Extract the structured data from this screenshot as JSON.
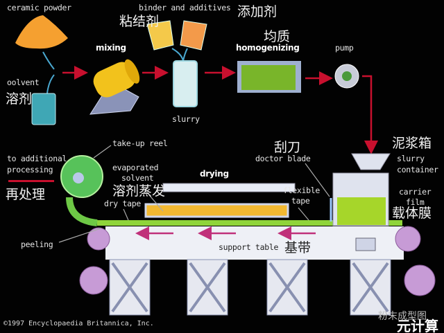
{
  "labels": {
    "ceramic_powder": "ceramic powder",
    "binder": "binder and additives",
    "binder_cn": "粘结剂",
    "additives_cn": "添加剂",
    "mixing": "mixing",
    "homogenizing": "homogenizing",
    "homogenizing_cn": "均质",
    "pump": "pump",
    "solvent": "oolvent",
    "solvent_cn": "溶剂",
    "slurry": "slurry",
    "to_additional": "to additional",
    "processing": "processing",
    "reprocess_cn": "再处理",
    "take_up_reel": "take-up reel",
    "evaporated": "evaporated",
    "solvent2": "solvent",
    "evaporation_cn": "溶剂蒸发",
    "dry_tape": "dry tape",
    "drying": "drying",
    "doctor_blade_cn": "刮刀",
    "doctor_blade": "doctor blade",
    "flexible": "flexible",
    "tape": "tape",
    "slurry_container_cn": "泥浆箱",
    "slurry_label": "slurry",
    "container": "container",
    "carrier": "carrier",
    "film": "film",
    "carrier_film_cn": "载体膜",
    "peeling": "peeling",
    "support_table": "support table",
    "support_table_cn": "基带"
  },
  "copyright": "©1997 Encyclopaedia Britannica, Inc.",
  "watermark": {
    "line1": "粉末成型图",
    "line2": "元计算"
  },
  "colors": {
    "arrow": "#c8102e",
    "tape": "#8fd43a",
    "table": "#eef0f6",
    "roller": "#c79bd6",
    "powder": "#f5a030"
  }
}
